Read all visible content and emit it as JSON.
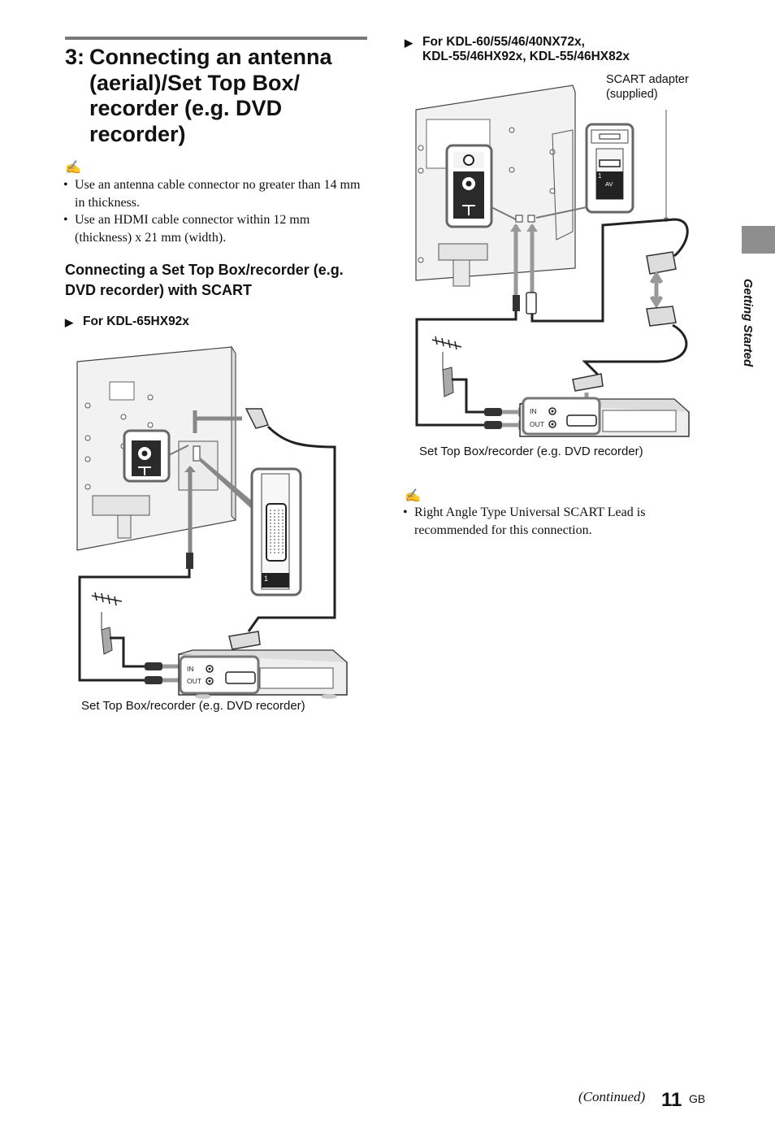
{
  "section": {
    "number": "3:",
    "title": "Connecting an antenna (aerial)/Set Top Box/ recorder (e.g. DVD recorder)"
  },
  "notes_top": [
    "Use an antenna cable connector no greater than 14 mm in thickness.",
    "Use an HDMI cable connector within 12 mm (thickness) x 21 mm (width)."
  ],
  "subheading": "Connecting a Set Top Box/recorder (e.g. DVD recorder) with SCART",
  "diagram_left": {
    "model_label": "For KDL-65HX92x",
    "caption": "Set Top Box/recorder (e.g. DVD recorder)",
    "in_label": "IN",
    "out_label": "OUT",
    "port_number": "1"
  },
  "diagram_right": {
    "model_label_line1": "For KDL-60/55/46/40NX72x,",
    "model_label_line2": "KDL-55/46HX92x, KDL-55/46HX82x",
    "callout_line1": "SCART adapter",
    "callout_line2": "(supplied)",
    "caption": "Set Top Box/recorder (e.g. DVD recorder)",
    "in_label": "IN",
    "out_label": "OUT",
    "port_number": "1",
    "av_label": "AV"
  },
  "notes_bottom": [
    "Right Angle Type Universal SCART Lead is recommended for this connection."
  ],
  "side_tab": "Getting Started",
  "footer": {
    "continued": "(Continued)",
    "page": "11",
    "suffix": "GB"
  },
  "icons": {
    "note": "pencil-note-icon",
    "model_marker": "triangle-right-icon"
  }
}
